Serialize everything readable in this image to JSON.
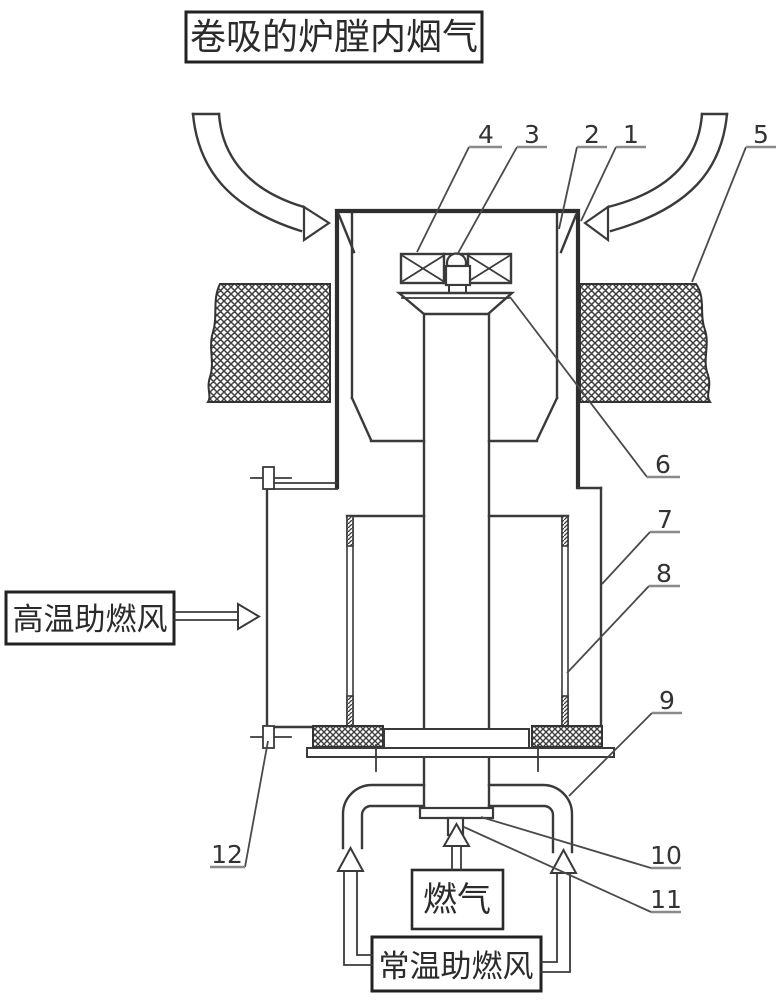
{
  "labels": {
    "top": "卷吸的炉膛内烟气",
    "hot_air": "高温助燃风",
    "gas": "燃气",
    "cold_air": "常温助燃风"
  },
  "callouts": [
    "1",
    "2",
    "3",
    "4",
    "5",
    "6",
    "7",
    "8",
    "9",
    "10",
    "11",
    "12"
  ],
  "colors": {
    "ink": "#3a3a3a",
    "leader_underline": "#8a8a8a",
    "background": "#ffffff"
  }
}
